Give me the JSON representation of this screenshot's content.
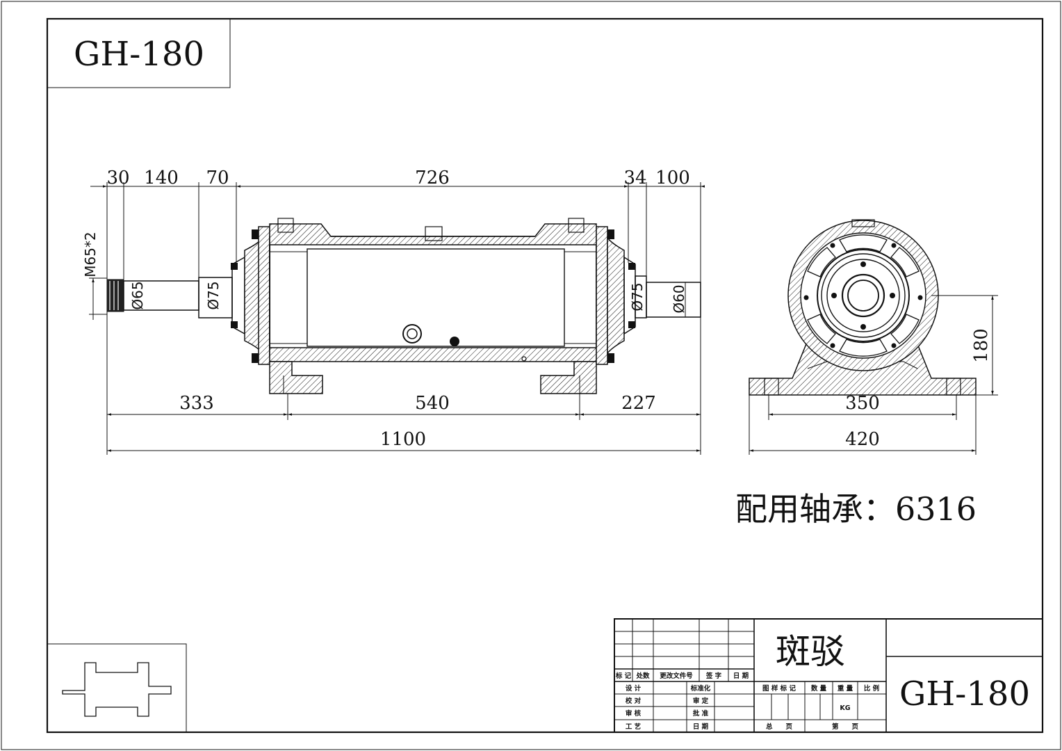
{
  "drawing_id_top": "GH-180",
  "drawing_id_titleblock": "GH-180",
  "company": "斑驳",
  "bearing_note": "配用轴承：6316",
  "side_view": {
    "top_dims": [
      "30",
      "140",
      "70",
      "726",
      "34",
      "100"
    ],
    "bottom_dims": [
      "333",
      "540",
      "227"
    ],
    "overall": "1100",
    "vertical_labels": [
      "M65*2",
      "Ø65",
      "Ø75",
      "Ø75",
      "Ø60"
    ]
  },
  "end_view": {
    "height": "180",
    "width_inner": "350",
    "width_outer": "420"
  },
  "title_block": {
    "rev_headers": [
      "标 记",
      "处数",
      "更改文件号",
      "签 字",
      "日 期"
    ],
    "roles": [
      "设 计",
      "校 对",
      "审 核",
      "工 艺"
    ],
    "approvals": [
      "标准化",
      "审 定",
      "批 准",
      "日 期"
    ],
    "info_headers": [
      "图 样 标 记",
      "数 量",
      "重 量",
      "比 例"
    ],
    "weight_unit": "KG",
    "sheet_total": "总　　页",
    "sheet_no": "第　　页"
  }
}
